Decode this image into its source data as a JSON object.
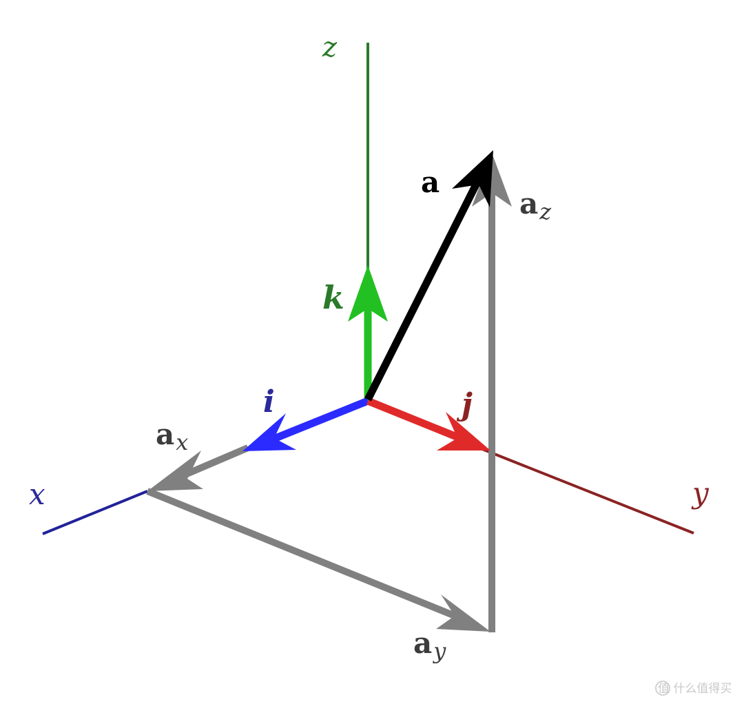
{
  "axes": {
    "x": {
      "label": "x",
      "color": "#22229a"
    },
    "y": {
      "label": "y",
      "color": "#8b2323"
    },
    "z": {
      "label": "z",
      "color": "#2a7a2a"
    }
  },
  "unit_vectors": {
    "i": {
      "label": "i",
      "color": "#2b2bff",
      "label_color": "#2a2a9a"
    },
    "j": {
      "label": "j",
      "color": "#e02a2a",
      "label_color": "#8b2323"
    },
    "k": {
      "label": "k",
      "color": "#22c022",
      "label_color": "#2a7a2a"
    }
  },
  "vector_a": {
    "label": "a",
    "color": "#000000"
  },
  "components": {
    "color": "#808080",
    "label_color": "#3c3c3c",
    "ax": {
      "base": "a",
      "sub": "x"
    },
    "ay": {
      "base": "a",
      "sub": "y"
    },
    "az": {
      "base": "a",
      "sub": "z"
    }
  },
  "watermark": {
    "text": "值 什么值得买",
    "icon": "zhi-logo-icon"
  }
}
